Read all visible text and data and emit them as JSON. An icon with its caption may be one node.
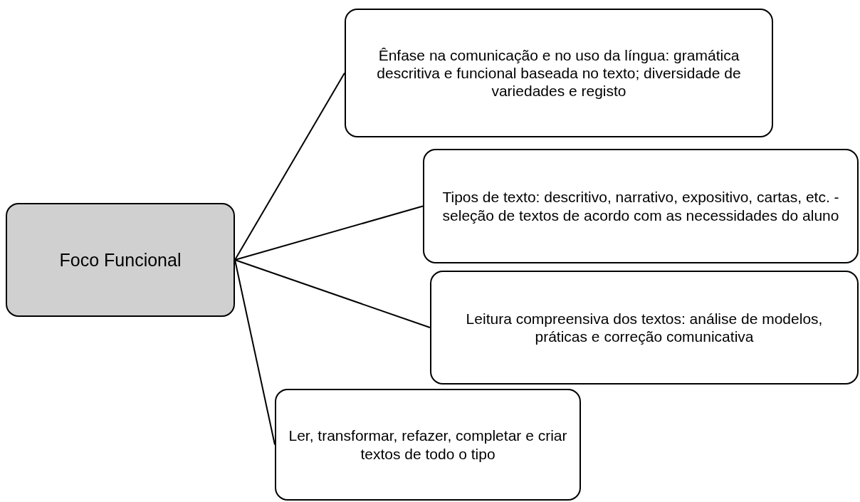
{
  "diagram": {
    "nodes": [
      {
        "text": [
          "Foco Funcional"
        ]
      },
      {
        "text": [
          "Ênfase na comunicação e no uso da língua: gramática descritiva e funcional baseada no texto; diversidade de variedades e registo"
        ]
      },
      {
        "text": [
          "Tipos de texto: descritivo, narrativo, expositivo, cartas, etc. - seleção de textos de acordo com as necessidades do aluno"
        ]
      },
      {
        "text": [
          "Leitura compreensiva dos textos: análise de modelos, práticas e correção comunicativa"
        ]
      },
      {
        "text": [
          "Ler, transformar, refazer, completar e criar textos de todo o tipo"
        ]
      }
    ],
    "edges": [
      {
        "from": 0,
        "to": 1,
        "arrow": "none"
      },
      {
        "from": 0,
        "to": 2,
        "arrow": "none"
      },
      {
        "from": 0,
        "to": 3,
        "arrow": "none"
      },
      {
        "from": 0,
        "to": 4,
        "arrow": "none"
      }
    ]
  }
}
